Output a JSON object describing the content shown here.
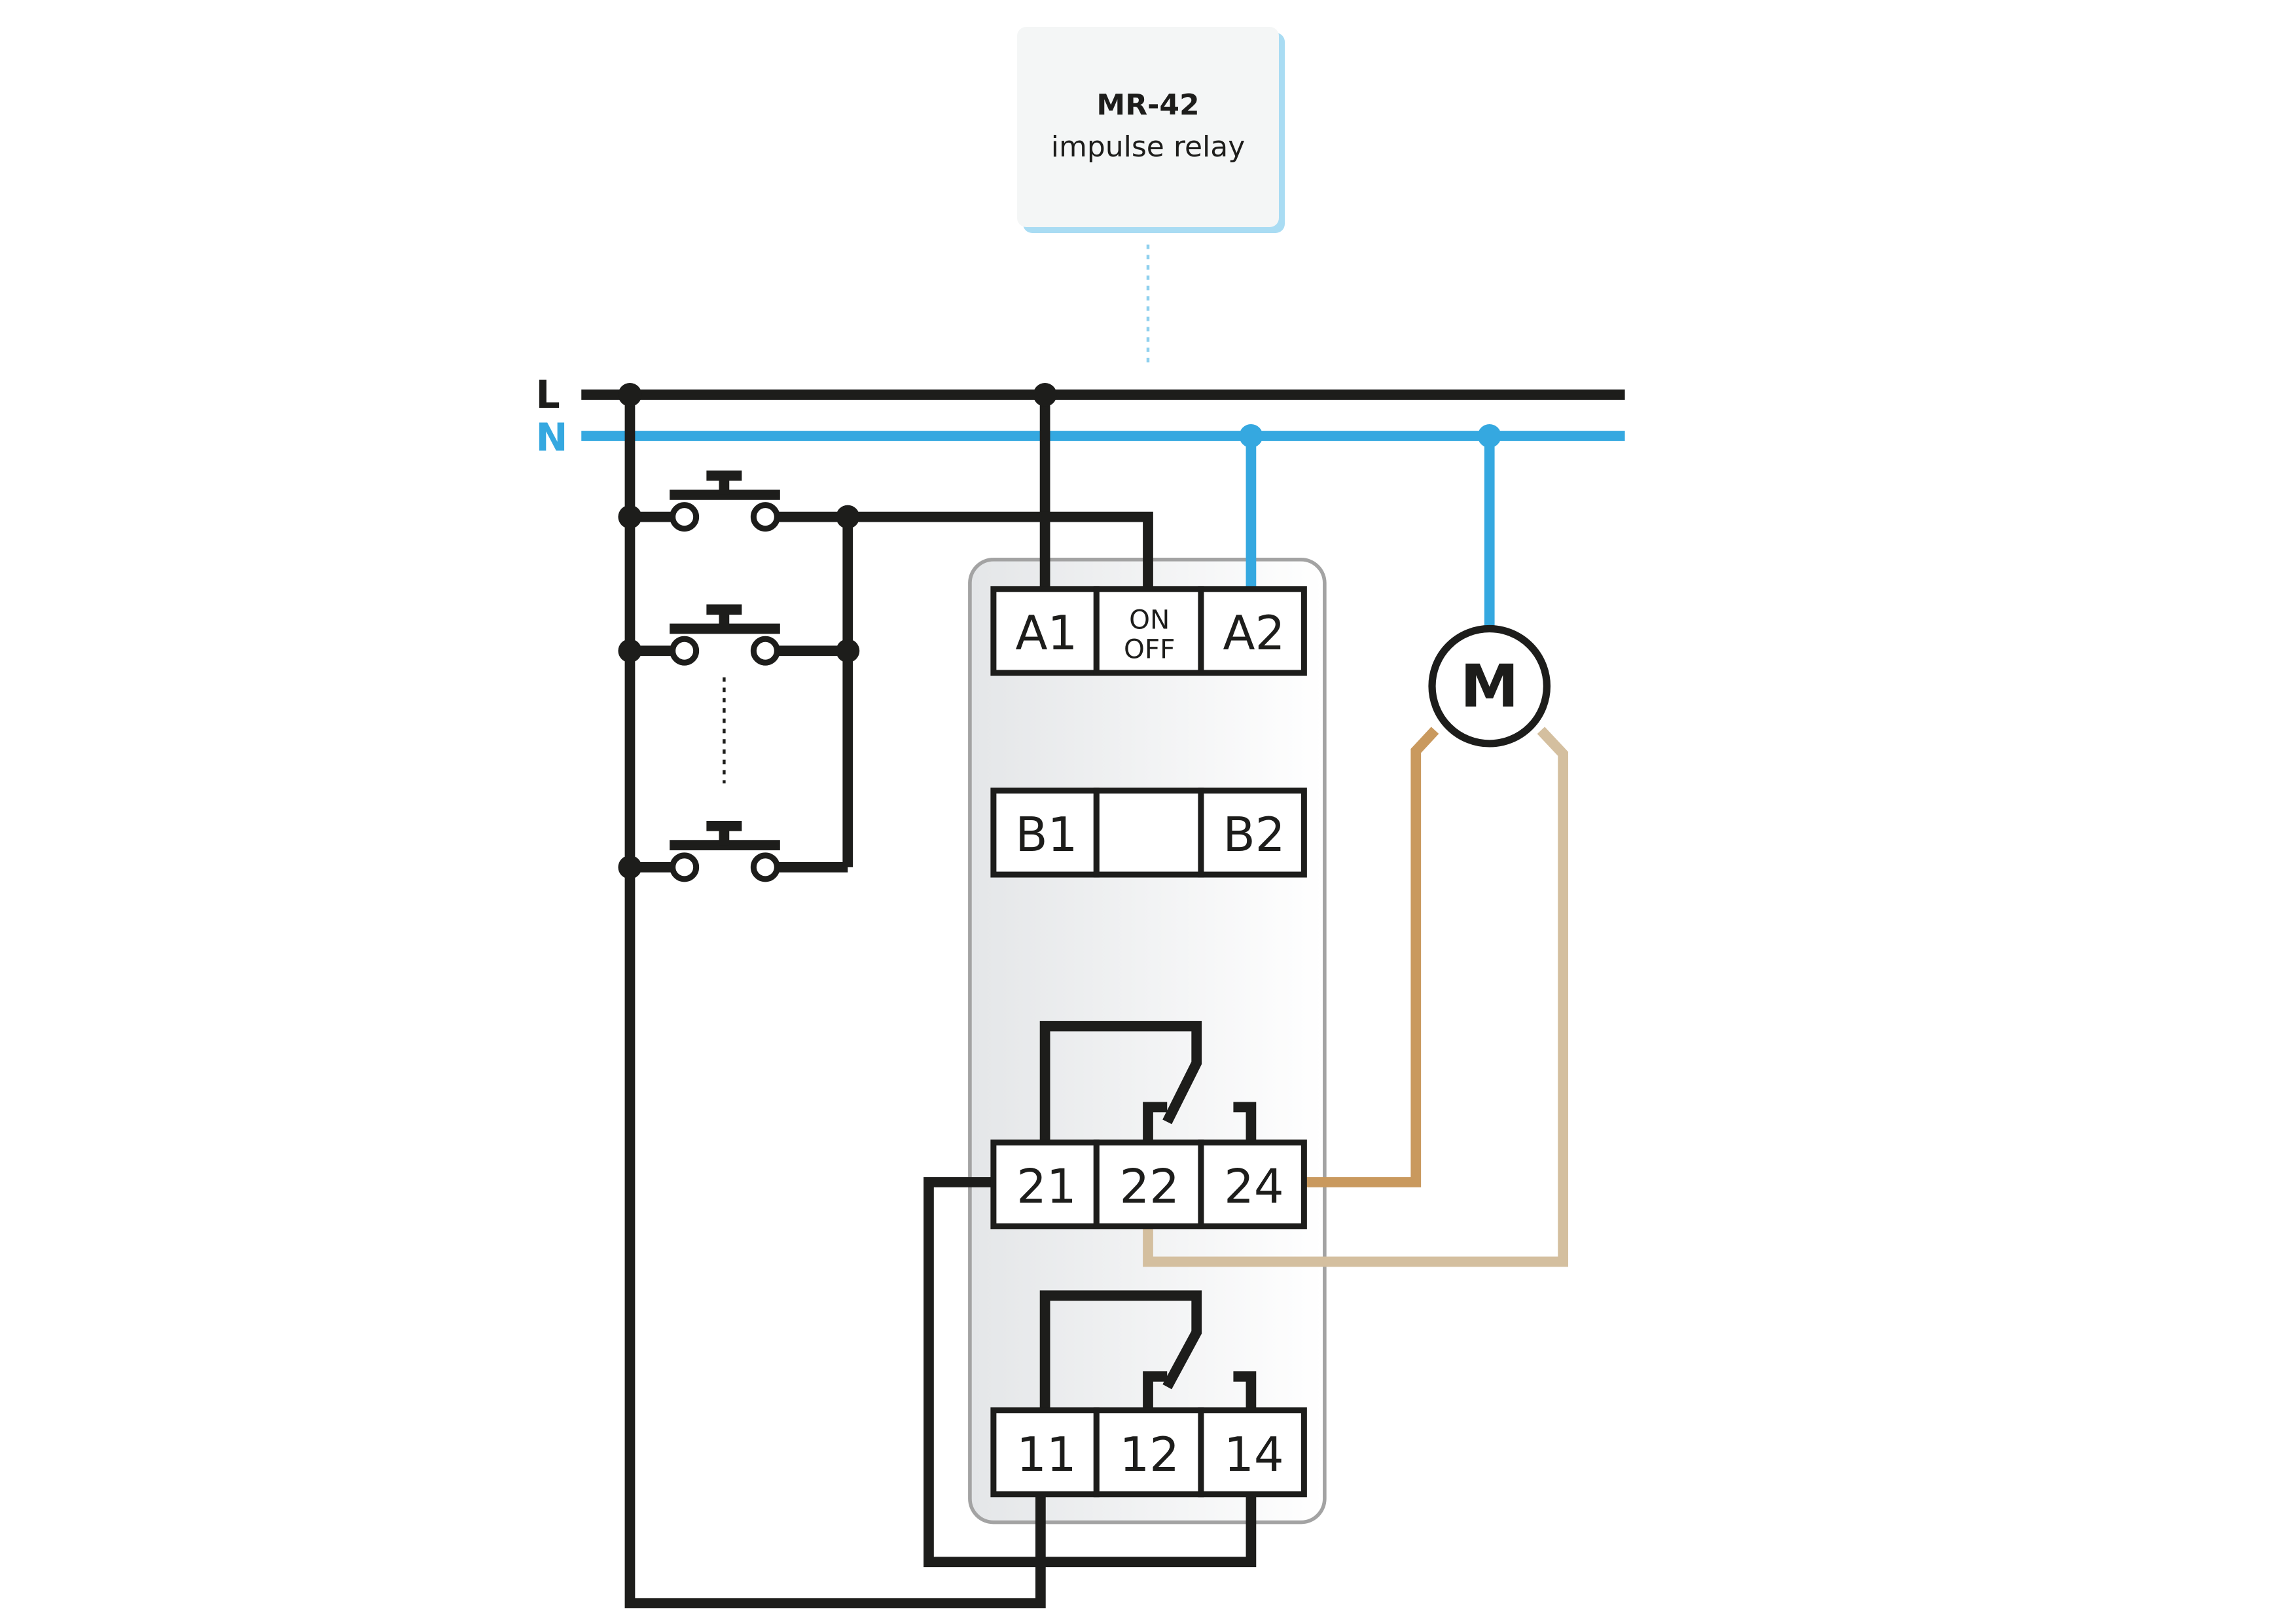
{
  "label": {
    "title": "MR-42",
    "subtitle": "impulse relay"
  },
  "lines": {
    "L": "L",
    "N": "N"
  },
  "terminals": {
    "a1": "A1",
    "on": "ON",
    "off": "OFF",
    "a2": "A2",
    "b1": "B1",
    "b2": "B2",
    "t21": "21",
    "t22": "22",
    "t24": "24",
    "t11": "11",
    "t12": "12",
    "t14": "14"
  },
  "motor": "M",
  "colors": {
    "L": "#1d1d1b",
    "N": "#35a8e0",
    "load1": "#c9995e",
    "load2": "#d4bf9f"
  }
}
